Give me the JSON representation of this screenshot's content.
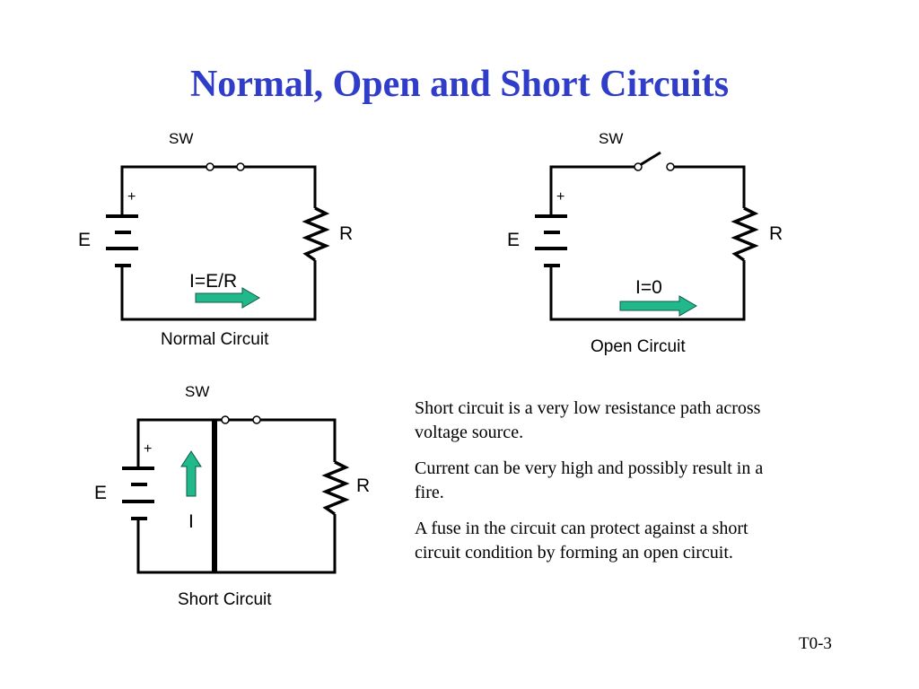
{
  "slide": {
    "title": "Normal, Open and Short Circuits",
    "slide_number": "T0-3",
    "accent_color": "#2f3dc8",
    "arrow_color": "#21b98c"
  },
  "circuits": {
    "normal": {
      "switch_label": "SW",
      "plus": "+",
      "source_label": "E",
      "resistor_label": "R",
      "current_label": "I=E/R",
      "caption": "Normal Circuit"
    },
    "open": {
      "switch_label": "SW",
      "plus": "+",
      "source_label": "E",
      "resistor_label": "R",
      "current_label": "I=0",
      "caption": "Open Circuit"
    },
    "short": {
      "switch_label": "SW",
      "plus": "+",
      "source_label": "E",
      "resistor_label": "R",
      "current_label": "I",
      "caption": "Short Circuit"
    }
  },
  "notes": {
    "paragraphs": [
      "Short circuit is a very low resistance path across voltage source.",
      "Current can be very high and possibly result in a fire.",
      "A fuse in the circuit can protect against a short circuit condition by forming an open circuit."
    ]
  }
}
